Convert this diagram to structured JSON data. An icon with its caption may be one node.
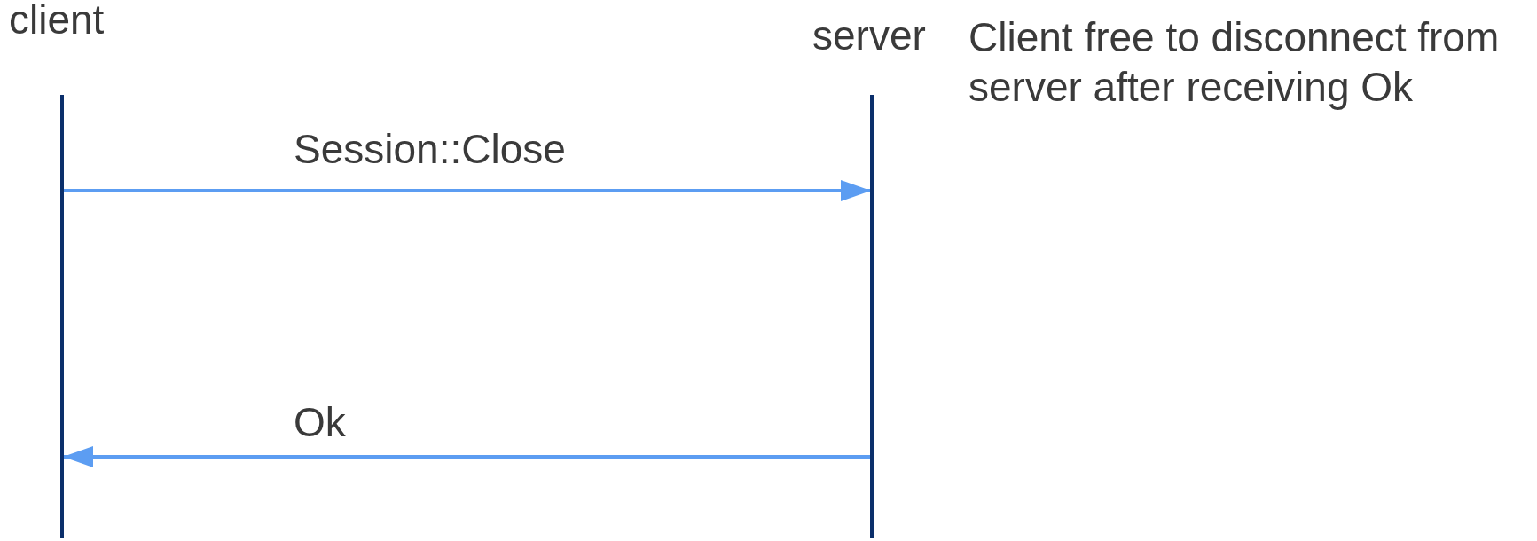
{
  "diagram": {
    "nodes": [
      {
        "text": [
          "client"
        ]
      },
      {
        "text": [
          "server"
        ]
      },
      {
        "text": [],
        "shape": "bar"
      },
      {
        "text": [],
        "shape": "bar"
      }
    ],
    "edges": [
      {
        "from": 2,
        "to": 3,
        "arrow": "to",
        "label": "Session::Close"
      },
      {
        "from": 3,
        "to": 2,
        "arrow": "to",
        "label": "Ok"
      }
    ],
    "labels": [
      "Client free to disconnect from server after receiving Ok"
    ]
  }
}
